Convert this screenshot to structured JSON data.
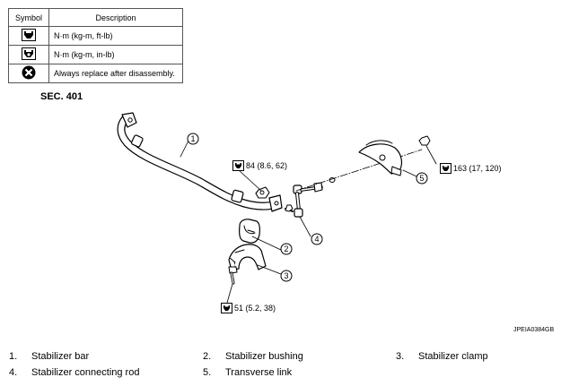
{
  "legend": {
    "headers": {
      "symbol": "Symbol",
      "description": "Description"
    },
    "rows": [
      {
        "icon": "torque-wrench-icon",
        "description": "N·m (kg-m, ft-lb)"
      },
      {
        "icon": "torque-wrench-small-icon",
        "description": "N·m (kg-m, in-lb)"
      },
      {
        "icon": "always-replace-icon",
        "description": "Always replace after disassembly."
      }
    ]
  },
  "section": "SEC. 401",
  "callouts": [
    "1",
    "2",
    "3",
    "4",
    "5"
  ],
  "torques": {
    "link_nut": "84 (8.6, 62)",
    "transverse_link_nut": "163 (17, 120)",
    "clamp_bolt": "51 (5.2, 38)"
  },
  "figure_code": "JPEIA0384GB",
  "parts": [
    {
      "num": "1.",
      "name": "Stabilizer bar"
    },
    {
      "num": "2.",
      "name": "Stabilizer bushing"
    },
    {
      "num": "3.",
      "name": "Stabilizer clamp"
    },
    {
      "num": "4.",
      "name": "Stabilizer connecting rod"
    },
    {
      "num": "5.",
      "name": "Transverse link"
    }
  ]
}
